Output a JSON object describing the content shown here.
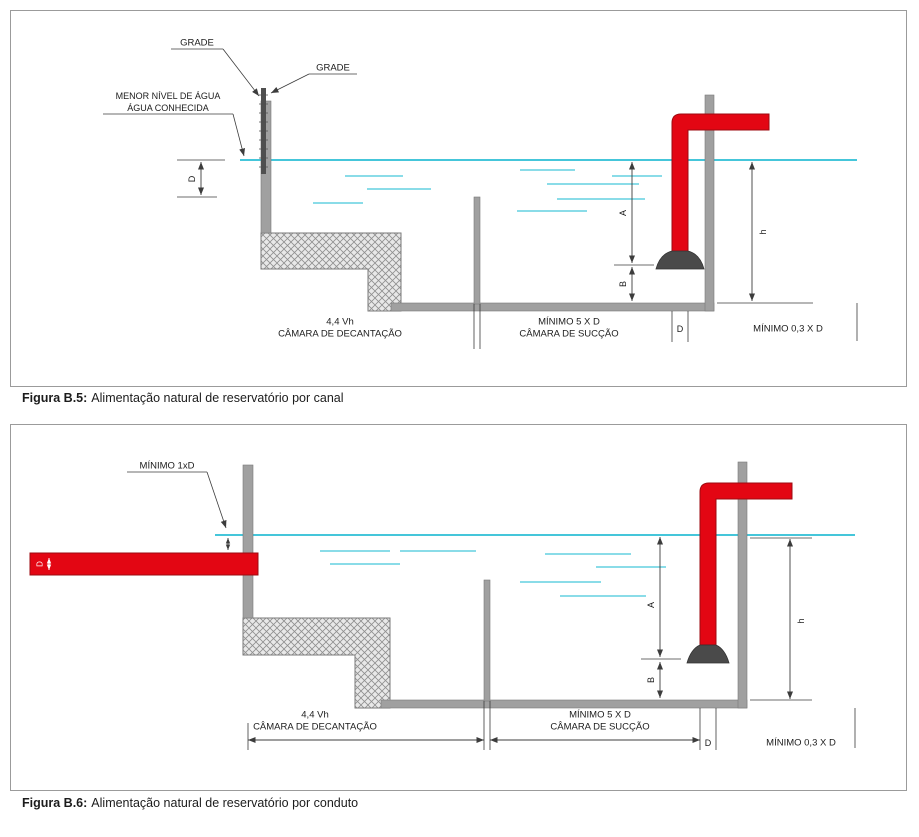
{
  "document": {
    "figures": [
      {
        "id": "B.5",
        "caption_label": "Figura B.5:",
        "caption_text": "Alimentação natural de reservatório por canal",
        "labels": {
          "grade_1": "GRADE",
          "grade_2": "GRADE",
          "water_level_1": "MENOR NÍVEL DE ÁGUA",
          "water_level_2": "ÁGUA CONHECIDA",
          "dim_d": "D",
          "dim_a": "A",
          "dim_b": "B",
          "dim_h": "h",
          "decant_value": "4,4 Vh",
          "decant_name": "CÂMARA DE DECANTAÇÃO",
          "succao_value": "MÍNIMO 5 X D",
          "succao_name": "CÂMARA DE SUCÇÃO",
          "dim_d_bottom": "D",
          "min_03d": "MÍNIMO 0,3 X D"
        }
      },
      {
        "id": "B.6",
        "caption_label": "Figura B.6:",
        "caption_text": "Alimentação natural de reservatório por conduto",
        "labels": {
          "min_1xd": "MÍNIMO 1xD",
          "pipe_diameter": "D",
          "dim_a": "A",
          "dim_b": "B",
          "dim_h": "h",
          "decant_value": "4,4 Vh",
          "decant_name": "CÂMARA DE DECANTAÇÃO",
          "succao_value": "MÍNIMO 5 X D",
          "succao_name": "CÂMARA DE SUCÇÃO",
          "dim_d_bottom": "D",
          "min_03d": "MÍNIMO 0,3 X D"
        }
      }
    ]
  },
  "colors": {
    "line": "#3c3c3c",
    "wall": "#a0a0a0",
    "wall_dark": "#7a7a7a",
    "water": "#45c6da",
    "pipe": "#e30613",
    "pipe_dark": "#9e0b10",
    "bell": "#4a4a4a",
    "grade": "#4f4f4f",
    "hatch_bg": "#e8e8e8",
    "hatch_line": "#8f8f8f",
    "border": "#9b9b9b",
    "text": "#1c1c1c"
  }
}
